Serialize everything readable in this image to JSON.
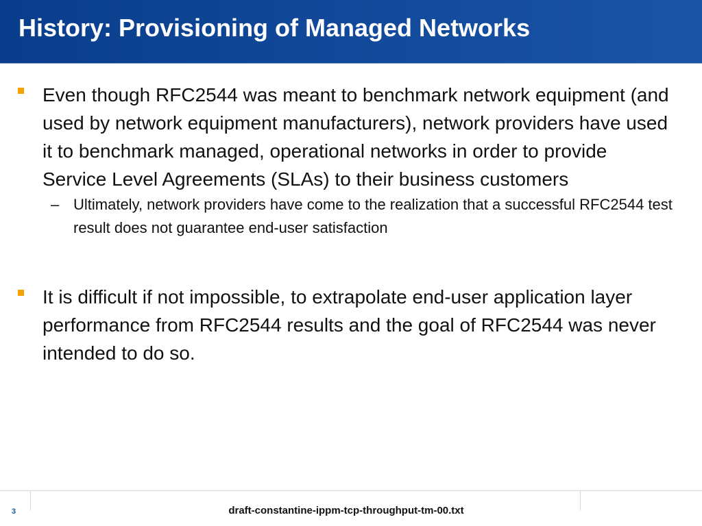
{
  "slide": {
    "title": "History: Provisioning of Managed Networks",
    "bullets": [
      {
        "text": "Even though RFC2544 was meant to benchmark network equipment (and used by network equipment manufacturers), network providers have used it to benchmark managed, operational networks in order to  provide Service Level Agreements (SLAs) to their business customers",
        "sub": [
          {
            "marker": "–",
            "text": "Ultimately, network providers have come to the realization that a successful RFC2544 test result does not guarantee end-user satisfaction"
          }
        ]
      },
      {
        "text": "It is difficult if not impossible, to extrapolate end-user application layer performance from RFC2544 results and the goal of RFC2544 was never intended to do so."
      }
    ]
  },
  "footer": {
    "page_number": "3",
    "document_name": "draft-constantine-ippm-tcp-throughput-tm-00.txt"
  },
  "colors": {
    "title_bar": "#1a55a8",
    "bullet_marker": "#f4a300",
    "page_number": "#1a55a8"
  }
}
